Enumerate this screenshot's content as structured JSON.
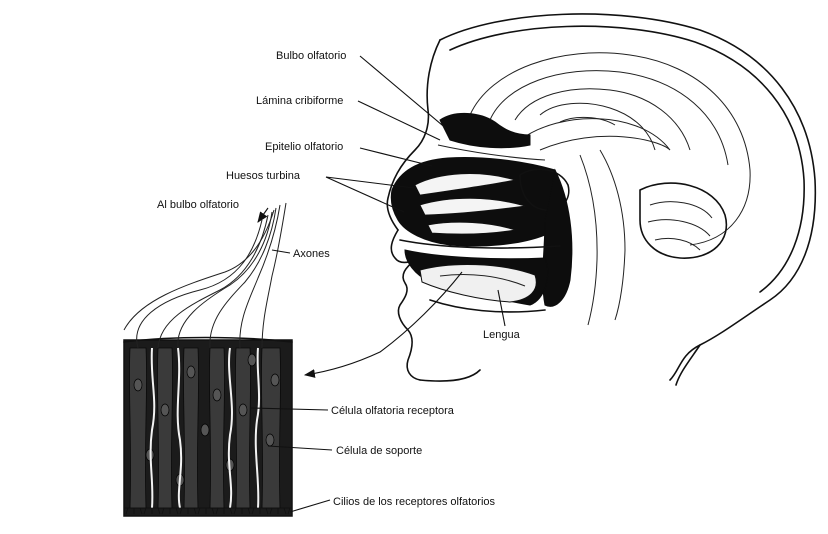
{
  "labels": {
    "bulbo_olfatorio": "Bulbo olfatorio",
    "lamina_cribiforme": "Lámina cribiforme",
    "epitelio_olfatorio": "Epitelio olfatorio",
    "huesos_turbina": "Huesos turbina",
    "al_bulbo_olfatorio": "Al bulbo olfatorio",
    "axones": "Axones",
    "lengua": "Lengua",
    "celula_olfatoria_receptora": "Célula olfatoria receptora",
    "celula_de_soporte": "Célula de soporte",
    "cilios": "Cilios de los receptores olfatorios"
  },
  "colors": {
    "ink": "#111111",
    "tissue_dark": "#0d0d0d",
    "background": "#ffffff"
  }
}
